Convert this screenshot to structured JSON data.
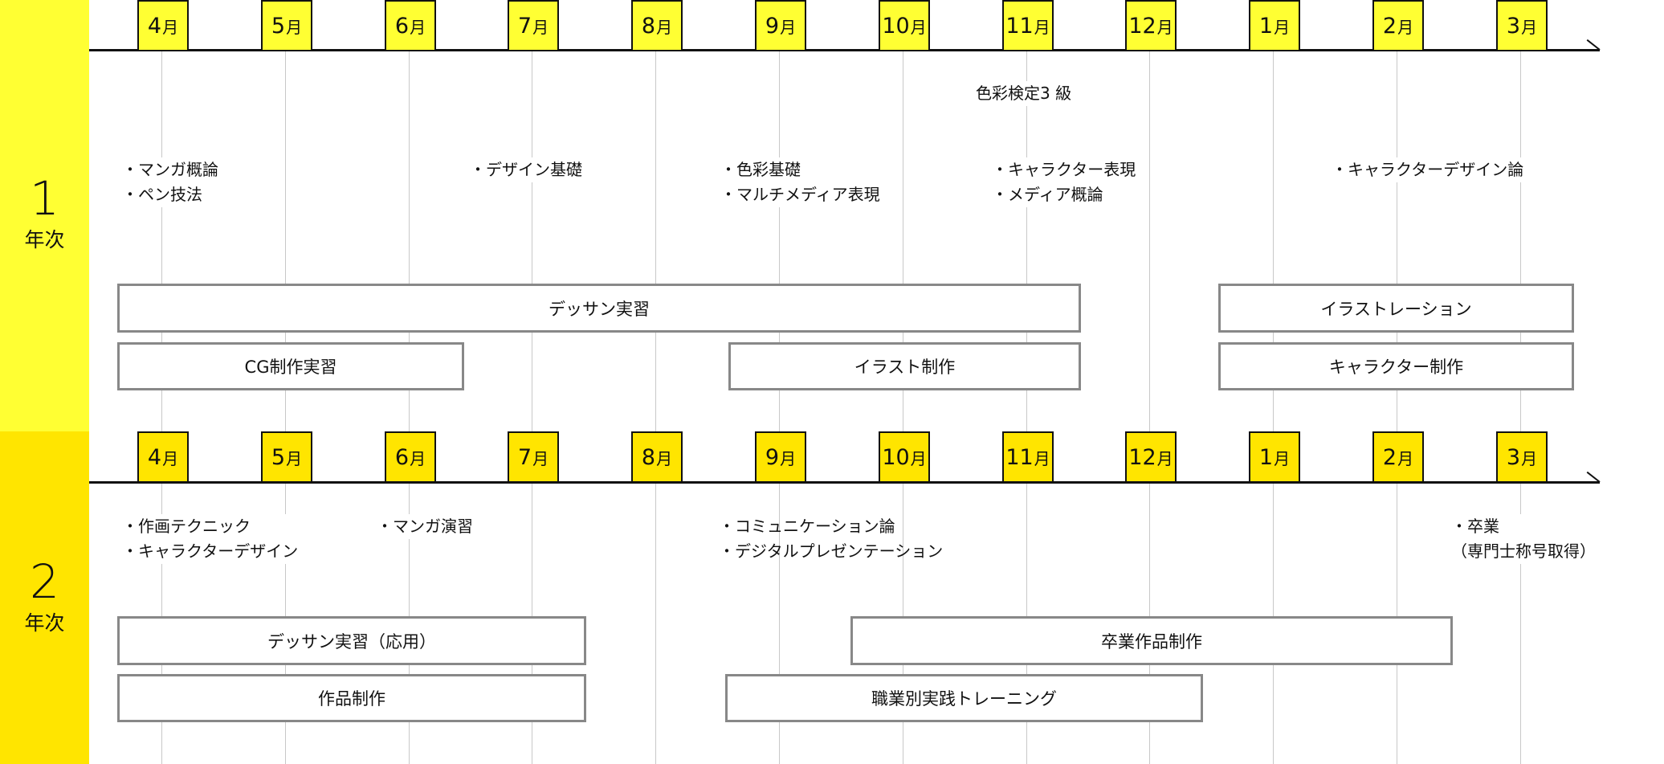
{
  "colors": {
    "year1_band": "#FFFF33",
    "year2_band": "#FFE500",
    "bar_border": "#888888",
    "grid": "#c8c8c8"
  },
  "months": [
    {
      "num": "4",
      "unit": "月"
    },
    {
      "num": "5",
      "unit": "月"
    },
    {
      "num": "6",
      "unit": "月"
    },
    {
      "num": "7",
      "unit": "月"
    },
    {
      "num": "8",
      "unit": "月"
    },
    {
      "num": "9",
      "unit": "月"
    },
    {
      "num": "10",
      "unit": "月"
    },
    {
      "num": "11",
      "unit": "月"
    },
    {
      "num": "12",
      "unit": "月"
    },
    {
      "num": "1",
      "unit": "月"
    },
    {
      "num": "2",
      "unit": "月"
    },
    {
      "num": "3",
      "unit": "月"
    }
  ],
  "year1": {
    "label_num": "1",
    "label_suffix": "年次",
    "certification": "色彩検定3 級",
    "notes": [
      {
        "lines": [
          "・マンガ概論",
          "・ペン技法"
        ]
      },
      {
        "lines": [
          "・デザイン基礎"
        ]
      },
      {
        "lines": [
          "・色彩基礎",
          "・マルチメディア表現"
        ]
      },
      {
        "lines": [
          "・キャラクター表現",
          "・メディア概論"
        ]
      },
      {
        "lines": [
          "・キャラクターデザイン論"
        ]
      }
    ],
    "bars": [
      {
        "label": "デッサン実習"
      },
      {
        "label": "CG制作実習"
      },
      {
        "label": "イラスト制作"
      },
      {
        "label": "イラストレーション"
      },
      {
        "label": "キャラクター制作"
      }
    ]
  },
  "year2": {
    "label_num": "2",
    "label_suffix": "年次",
    "notes": [
      {
        "lines": [
          "・作画テクニック",
          "・キャラクターデザイン"
        ]
      },
      {
        "lines": [
          "・マンガ演習"
        ]
      },
      {
        "lines": [
          "・コミュニケーション論",
          "・デジタルプレゼンテーション"
        ]
      },
      {
        "lines": [
          "・卒業",
          "（専門士称号取得）"
        ]
      }
    ],
    "bars": [
      {
        "label": "デッサン実習（応用）"
      },
      {
        "label": "作品制作"
      },
      {
        "label": "卒業作品制作"
      },
      {
        "label": "職業別実践トレーニング"
      }
    ]
  }
}
